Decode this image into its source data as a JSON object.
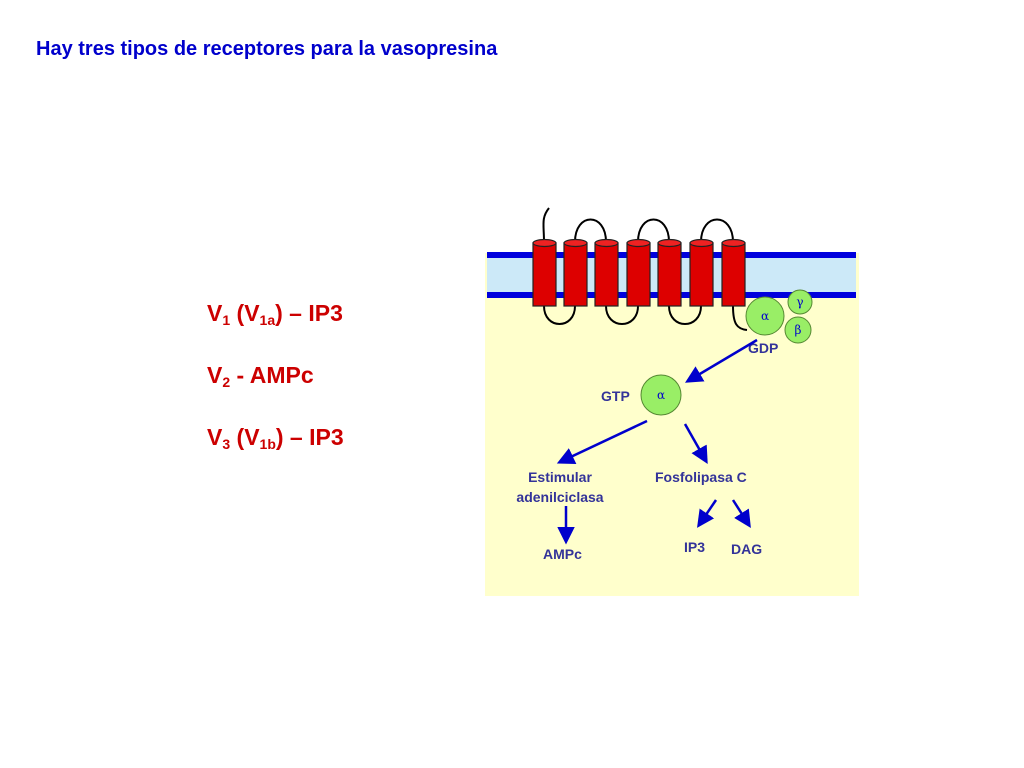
{
  "slide": {
    "title": "Hay tres tipos de receptores para la vasopresina"
  },
  "receptors": [
    {
      "main": "V",
      "main_sub": "1",
      "paren_open": " (V",
      "paren_sub": "1a",
      "rest": ") – IP3"
    },
    {
      "main": "V",
      "main_sub": "2",
      "paren_open": "",
      "paren_sub": "",
      "rest": " - AMPc"
    },
    {
      "main": "V",
      "main_sub": "3",
      "paren_open": " (V",
      "paren_sub": "1b",
      "rest": ") – IP3"
    }
  ],
  "diagram": {
    "g_protein": {
      "alpha": "α",
      "beta": "β",
      "gamma": "γ",
      "gdp": "GDP"
    },
    "activated": {
      "gtp": "GTP",
      "alpha": "α"
    },
    "branch_left": {
      "line1": "Estimular",
      "line2": "adenilciclasa",
      "product": "AMPc"
    },
    "branch_right": {
      "enzyme": "Fosfolipasa  C",
      "product1": "IP3",
      "product2": "DAG"
    }
  },
  "colors": {
    "title": "#0000cc",
    "receptor_text": "#cc0000",
    "cytoplasm": "#ffffcc",
    "membrane_band": "#cce9f8",
    "membrane_line": "#0000dd",
    "helix": "#dd0000",
    "g_protein": "#99ee66",
    "arrow": "#0000cc",
    "label_text": "#333399"
  }
}
